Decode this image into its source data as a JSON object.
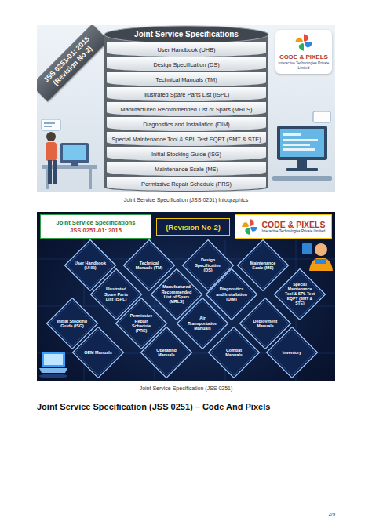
{
  "diagram": {
    "title": "Joint Service Specification (JSS 0251) – Code And Pixels",
    "nodes": [
      {
        "text": [
          "JSS 0251-01: 2015",
          "(Revision No-2)"
        ]
      },
      {
        "text": [
          "Joint Service Specifications"
        ]
      },
      {
        "text": [
          "User Handbook (UHB)"
        ],
        "in": 1
      },
      {
        "text": [
          "Design Specification (DS)"
        ],
        "in": 1
      },
      {
        "text": [
          "Technical Manuals (TM)"
        ],
        "in": 1
      },
      {
        "text": [
          "Illustrated Spare Parts List (ISPL)"
        ],
        "in": 1
      },
      {
        "text": [
          "Manufactured Recommended List of Spars (MRLS)"
        ],
        "in": 1
      },
      {
        "text": [
          "Diagnostics and Installation (DIM)"
        ],
        "in": 1
      },
      {
        "text": [
          "Special Maintenance Tool & SPL Test EQPT (SMT & STE)"
        ],
        "in": 1
      },
      {
        "text": [
          "Initial Stocking Guide (ISG)"
        ],
        "in": 1
      },
      {
        "text": [
          "Maintenance Scale (MS)"
        ],
        "in": 1
      },
      {
        "text": [
          "Permissive Repair Schedule (PRS)"
        ],
        "in": 1
      },
      {
        "text": [
          "CODE & PIXELS",
          "Interactive Technologies Private Limited"
        ]
      },
      {
        "text": [
          "Joint Service Specifications",
          "JSS 0251-01: 2015"
        ]
      },
      {
        "text": [
          "(Revision No-2)"
        ]
      },
      {
        "text": [
          "CODE & PIXELS",
          "Interactive Technologies Private Limited"
        ]
      },
      {
        "text": [
          "User Handbook (UHB)"
        ]
      },
      {
        "text": [
          "Technical Manuals (TM)"
        ]
      },
      {
        "text": [
          "Design Specification (DS)"
        ]
      },
      {
        "text": [
          "Maintenance Scale (MS)"
        ]
      },
      {
        "text": [
          "Illustrated Spare Parts List (ISPL)"
        ]
      },
      {
        "text": [
          "Manufactured Recommended List of Spars (MRLS)"
        ]
      },
      {
        "text": [
          "Diagnostics and Installation (DIM)"
        ]
      },
      {
        "text": [
          "Special Maintenance Tool & SPL Test EQPT (SMT & STE)"
        ]
      },
      {
        "text": [
          "Initial Stocking Guide (ISG)"
        ]
      },
      {
        "text": [
          "Permissive Repair Schedule (PRS)"
        ]
      },
      {
        "text": [
          "Air Transportation Manuals"
        ]
      },
      {
        "text": [
          "Deployment Manuals"
        ]
      },
      {
        "text": [
          "OEM Manuals"
        ]
      },
      {
        "text": [
          "Operating Manuals"
        ]
      },
      {
        "text": [
          "Combat Manuals"
        ]
      },
      {
        "text": [
          "Inventory"
        ]
      }
    ],
    "labels": [
      "Joint Service Specification (JSS 0251) Infographics",
      "Joint Service Specification (JSS 0251)",
      "2/9"
    ]
  }
}
